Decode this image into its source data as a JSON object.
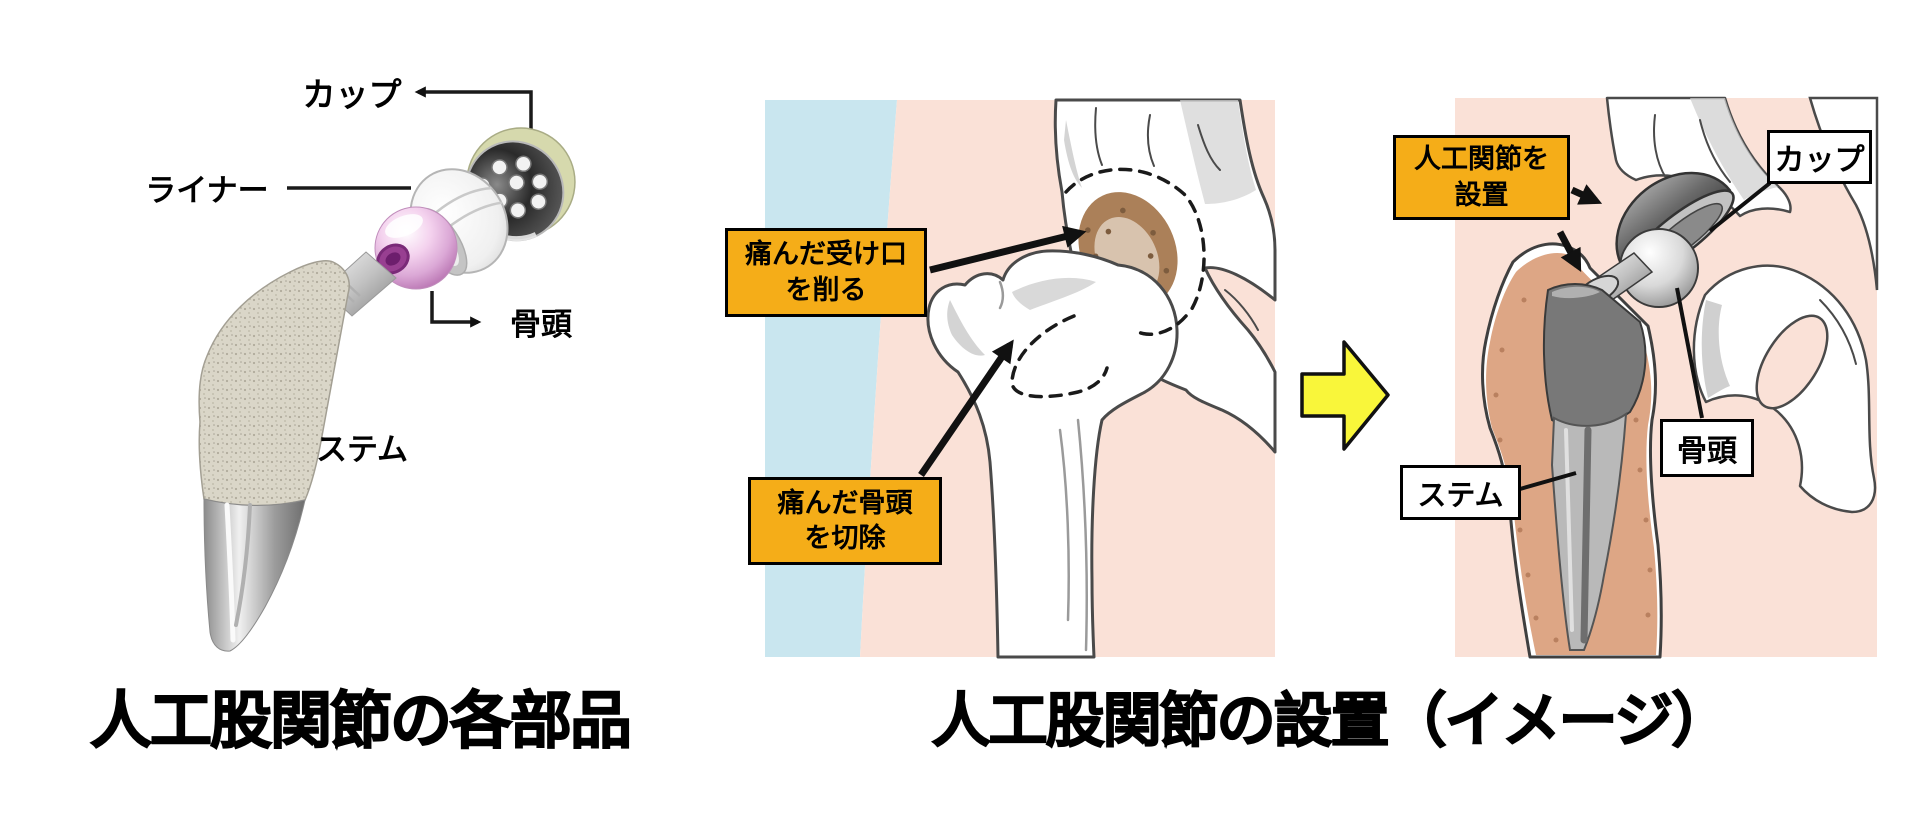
{
  "figure": {
    "left_title": "人工股関節の各部品",
    "right_title": "人工股関節の設置（イメージ）",
    "left_panel": {
      "cup_label": "カップ",
      "liner_label": "ライナー",
      "head_label": "骨頭",
      "stem_label": "ステム"
    },
    "middle_panel": {
      "socket_callout": {
        "line1": "痛んだ受け口",
        "line2": "を削る"
      },
      "head_callout": {
        "line1": "痛んだ骨頭",
        "line2": "を切除"
      }
    },
    "right_panel": {
      "implant_callout": {
        "line1": "人工関節を",
        "line2": "設置"
      },
      "cup_label": "カップ",
      "head_label": "骨頭",
      "stem_label": "ステム"
    },
    "icons": {
      "transition_arrow": "yellow-right-arrow"
    },
    "colors": {
      "callout_orange": "#f5ad18",
      "background_pink": "#fae1d7",
      "background_blue": "#c9e6ef",
      "transition_arrow_yellow": "#f9f63a",
      "bone_outline_gray": "#4a4a4a",
      "damaged_socket_brown": "#ab8059",
      "bone_marrow_tan": "#dda685",
      "implant_head_pink": "#dba8d6",
      "cup_shell_green": "#d6d9ad"
    }
  }
}
